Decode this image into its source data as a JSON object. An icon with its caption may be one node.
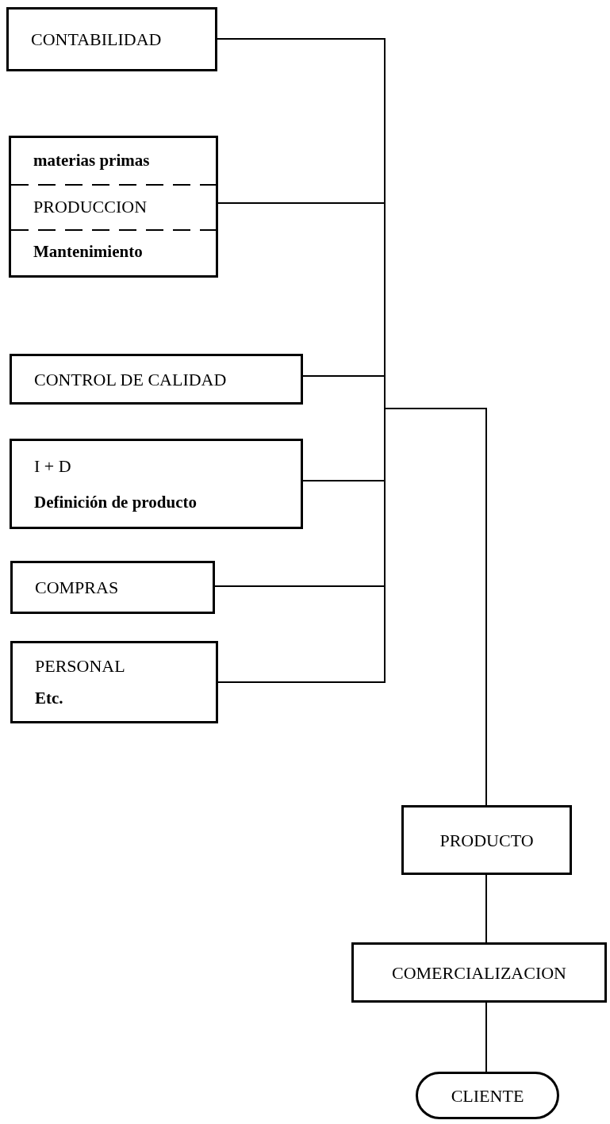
{
  "diagram": {
    "nodes": [
      {
        "text": [
          "CONTABILIDAD"
        ]
      },
      {
        "text": [
          "materias primas",
          "PRODUCCION",
          "Mantenimiento"
        ]
      },
      {
        "text": [
          "CONTROL DE CALIDAD"
        ]
      },
      {
        "text": [
          "I + D",
          "Definición de producto"
        ]
      },
      {
        "text": [
          "COMPRAS"
        ]
      },
      {
        "text": [
          "PERSONAL",
          "Etc."
        ]
      },
      {
        "text": [
          "PRODUCTO"
        ]
      },
      {
        "text": [
          "COMERCIALIZACION"
        ]
      },
      {
        "text": [
          "CLIENTE"
        ]
      }
    ],
    "edges": [
      {
        "from": 0,
        "to": 6,
        "arrow": "none"
      },
      {
        "from": 1,
        "to": 6,
        "arrow": "none"
      },
      {
        "from": 2,
        "to": 6,
        "arrow": "none"
      },
      {
        "from": 3,
        "to": 6,
        "arrow": "none"
      },
      {
        "from": 4,
        "to": 6,
        "arrow": "none"
      },
      {
        "from": 5,
        "to": 6,
        "arrow": "none"
      },
      {
        "from": 6,
        "to": 7,
        "arrow": "none"
      },
      {
        "from": 7,
        "to": 8,
        "arrow": "none"
      }
    ]
  }
}
